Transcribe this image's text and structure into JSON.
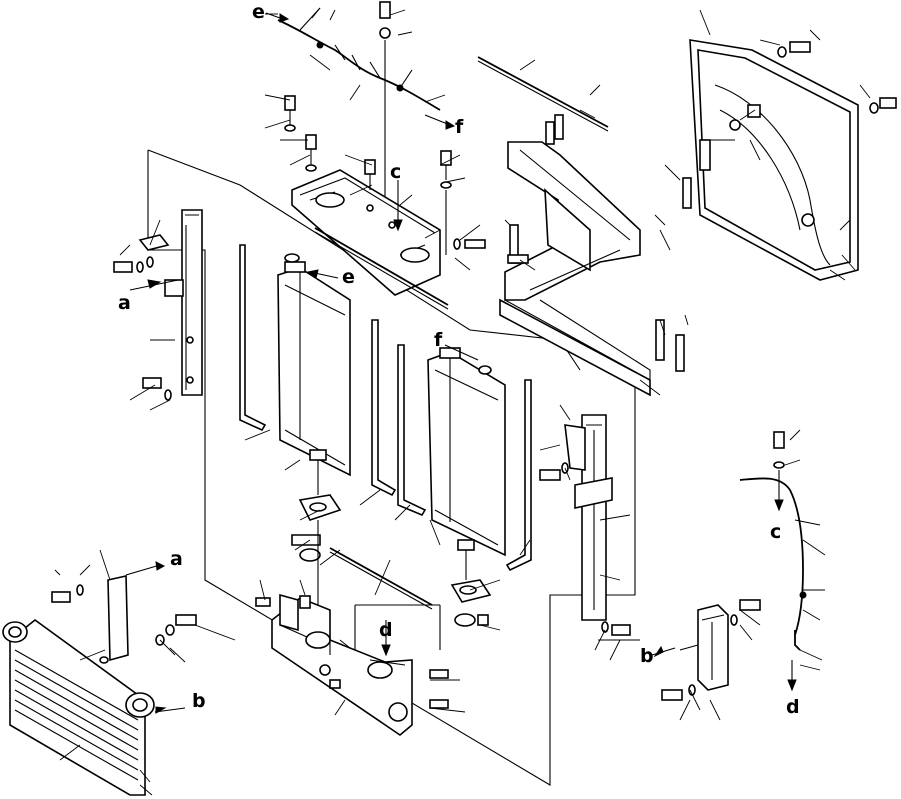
{
  "labels": {
    "e": "e",
    "f": "f",
    "c": "c",
    "a": "a",
    "b": "b",
    "d": "d"
  }
}
